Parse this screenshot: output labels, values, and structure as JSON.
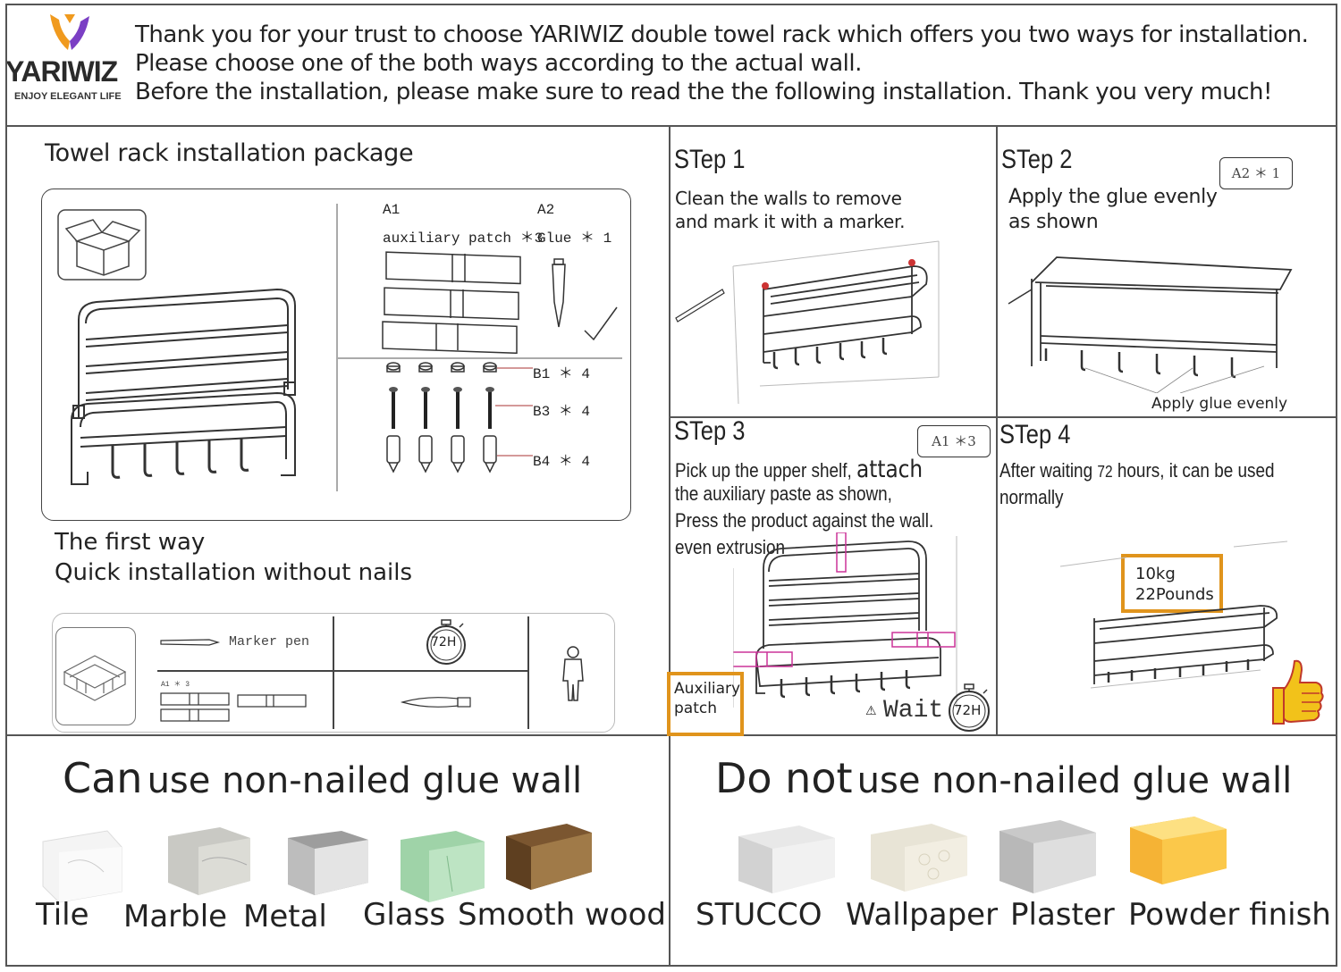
{
  "header": {
    "brand_name": "YARIWIZ",
    "brand_tagline": "ENJOY ELEGANT LIFE",
    "line1": "Thank you for your trust to choose YARIWIZ double towel rack which offers you two ways for installation.",
    "line2": "Please choose one of the both ways according to the actual wall.",
    "line3": "Before the installation, please make sure to read the the following installation. Thank you very much!"
  },
  "package": {
    "title": "Towel rack installation package",
    "a1_code": "A1",
    "a1_label": "auxiliary patch ＊3",
    "a2_code": "A2",
    "a2_label": "Glue ＊ 1",
    "b1_label": "B1 ＊ 4",
    "b3_label": "B3 ＊ 4",
    "b4_label": "B4 ＊ 4"
  },
  "first_way": {
    "line1": "The first way",
    "line2": "Quick installation without nails",
    "marker_label": "Marker pen",
    "a1_small": "A1 ＊ 3",
    "timer": "72H"
  },
  "steps": {
    "step1": {
      "title": "STep 1",
      "line1": "Clean the walls to remove",
      "line2": "and mark it with a marker."
    },
    "step2": {
      "title": "STep 2",
      "badge": "A2 ＊ 1",
      "line1": "Apply the glue evenly",
      "line2": "as shown",
      "caption": "Apply glue evenly"
    },
    "step3": {
      "title": "STep 3",
      "badge": "A1 ＊3",
      "line1a": "Pick up the upper shelf,",
      "line1b": "attach",
      "line2": "the auxiliary paste as shown,",
      "line3": "Press the product against the wall.",
      "line4": "even extrusion",
      "patch_label": "Auxiliary patch",
      "wait": "Wait",
      "timer": "72H"
    },
    "step4": {
      "title": "STep 4",
      "line1a": "After waiting",
      "line1b": "72",
      "line1c": "hours, it can be used",
      "line2": "normally",
      "load1": "10kg",
      "load2": "22Pounds"
    }
  },
  "can_use": {
    "heading_strong": "Can",
    "heading_rest": "use non-nailed glue wall",
    "materials": [
      "Tile",
      "Marble",
      "Metal",
      "Glass",
      "Smooth wood"
    ]
  },
  "cannot_use": {
    "heading_strong": "Do not",
    "heading_rest": "use non-nailed glue wall",
    "materials": [
      "STUCCO",
      "Wallpaper",
      "Plaster",
      "Powder finish"
    ]
  },
  "colors": {
    "accent_orange": "#e0941c",
    "logo_orange": "#f09a1e",
    "logo_purple": "#7b3fc4",
    "patch_pink": "#cc3399",
    "thumb_yellow": "#f2c21a"
  }
}
